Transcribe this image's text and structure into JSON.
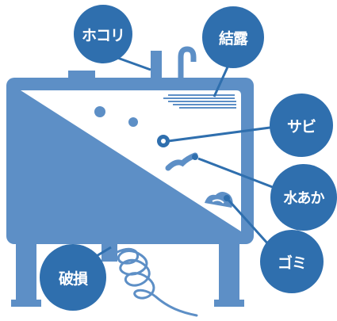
{
  "labels": {
    "dust": "ホコリ",
    "condensation": "結露",
    "rust": "サビ",
    "scale": "水あか",
    "debris": "ゴミ",
    "damage": "破損"
  },
  "colors": {
    "tank_body": "#5d8fc6",
    "tank_interior": "#ffffff",
    "accent": "#2f6fae",
    "label_text": "#ffffff"
  }
}
